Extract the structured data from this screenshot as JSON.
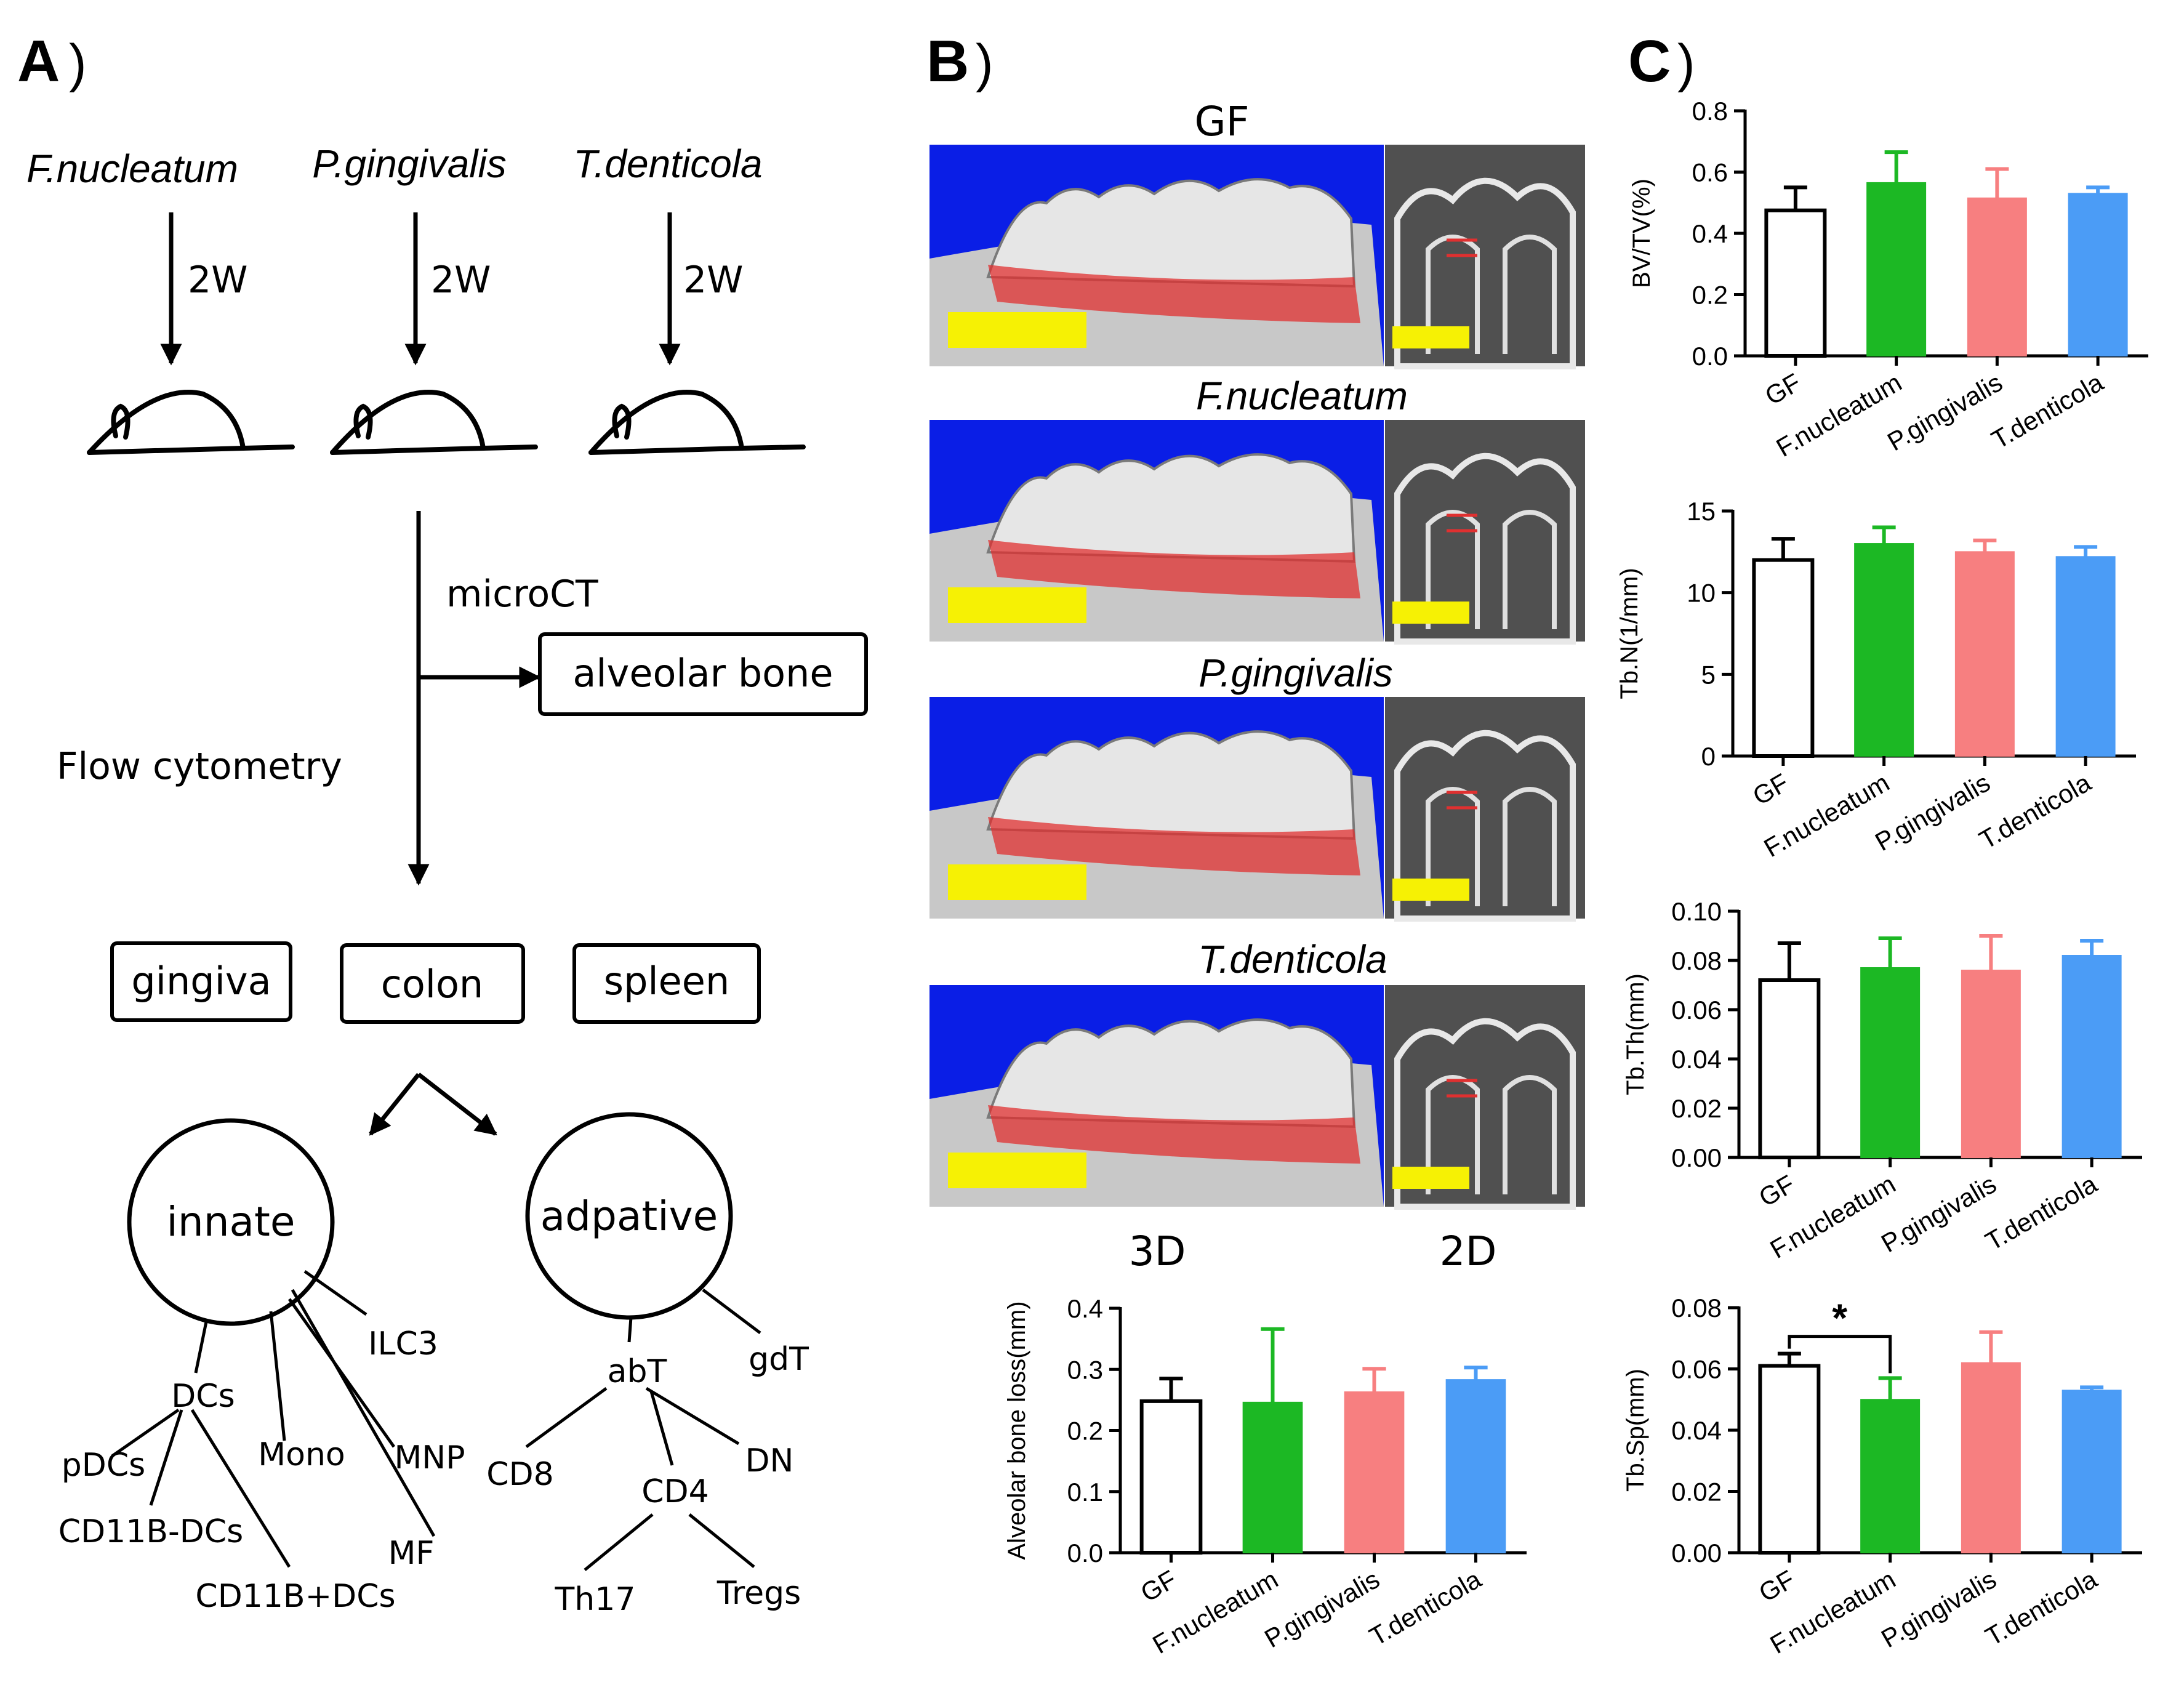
{
  "panel_labels": {
    "a": "A",
    "b": "B",
    "c": "C",
    "paren": ")"
  },
  "schema": {
    "species": [
      "F.nucleatum",
      "P.gingivalis",
      "T.denticola"
    ],
    "duration": "2W",
    "microct": "microCT",
    "alveolar_bone": "alveolar bone",
    "flow": "Flow cytometry",
    "tissues": [
      "gingiva",
      "colon",
      "spleen"
    ],
    "innate": "innate",
    "adaptive": "adpative",
    "innate_cells": {
      "dcs": "DCs",
      "pdcs": "pDCs",
      "cd11bneg": "CD11B-DCs",
      "cd11bpos": "CD11B+DCs",
      "mono": "Mono",
      "mnp": "MNP",
      "ilc3": "ILC3",
      "mf": "MF"
    },
    "adaptive_cells": {
      "abt": "abT",
      "gdt": "gdT",
      "cd8": "CD8",
      "dn": "DN",
      "cd4": "CD4",
      "th17": "Th17",
      "tregs": "Tregs"
    }
  },
  "micro_ct": {
    "groups": [
      "GF",
      "F.nucleatum",
      "P.gingivalis",
      "T.denticola"
    ],
    "view_3d": "3D",
    "view_2d": "2D"
  },
  "colors": {
    "GF": "#ffffff",
    "F.nucleatum": "#1cb824",
    "P.gingivalis": "#f77f80",
    "T.denticola": "#4b9cf6",
    "ct_background": "#0a1ee6",
    "scale_bar": "#f6f104",
    "bone_highlight": "#e03030"
  },
  "chart_data": [
    {
      "id": "alveolar",
      "type": "bar",
      "categories": [
        "GF",
        "F.nucleatum",
        "P.gingivalis",
        "T.denticola"
      ],
      "values": [
        0.248,
        0.246,
        0.263,
        0.283
      ],
      "errors": [
        0.037,
        0.12,
        0.038,
        0.02
      ],
      "ylabel": "Alveolar bone loss(mm)",
      "ylim": [
        0,
        0.4
      ],
      "ticks": [
        "0.0",
        "0.1",
        "0.2",
        "0.3",
        "0.4"
      ],
      "grid": false
    },
    {
      "id": "bvtv",
      "type": "bar",
      "categories": [
        "GF",
        "F.nucleatum",
        "P.gingivalis",
        "T.denticola"
      ],
      "values": [
        0.475,
        0.565,
        0.515,
        0.53
      ],
      "errors": [
        0.075,
        0.1,
        0.095,
        0.02
      ],
      "ylabel": "BV/TV(%)",
      "ylim": [
        0,
        0.8
      ],
      "ticks": [
        "0.0",
        "0.2",
        "0.4",
        "0.6",
        "0.8"
      ],
      "grid": false
    },
    {
      "id": "tbn",
      "type": "bar",
      "categories": [
        "GF",
        "F.nucleatum",
        "P.gingivalis",
        "T.denticola"
      ],
      "values": [
        12.0,
        13.0,
        12.5,
        12.2
      ],
      "errors": [
        1.3,
        1.0,
        0.7,
        0.6
      ],
      "ylabel": "Tb.N(1/mm)",
      "ylim": [
        0,
        15
      ],
      "ticks": [
        "0",
        "5",
        "10",
        "15"
      ],
      "grid": false
    },
    {
      "id": "tbth",
      "type": "bar",
      "categories": [
        "GF",
        "F.nucleatum",
        "P.gingivalis",
        "T.denticola"
      ],
      "values": [
        0.072,
        0.077,
        0.076,
        0.082
      ],
      "errors": [
        0.015,
        0.012,
        0.014,
        0.006
      ],
      "ylabel": "Tb.Th(mm)",
      "ylim": [
        0,
        0.1
      ],
      "ticks": [
        "0.00",
        "0.02",
        "0.04",
        "0.06",
        "0.08",
        "0.10"
      ],
      "grid": false
    },
    {
      "id": "tbsp",
      "type": "bar",
      "categories": [
        "GF",
        "F.nucleatum",
        "P.gingivalis",
        "T.denticola"
      ],
      "values": [
        0.061,
        0.05,
        0.062,
        0.053
      ],
      "errors": [
        0.004,
        0.007,
        0.01,
        0.001
      ],
      "ylabel": "Tb.Sp(mm)",
      "ylim": [
        0,
        0.08
      ],
      "ticks": [
        "0.00",
        "0.02",
        "0.04",
        "0.06",
        "0.08"
      ],
      "grid": false,
      "significance": {
        "between": [
          0,
          1
        ],
        "label": "*"
      }
    }
  ]
}
